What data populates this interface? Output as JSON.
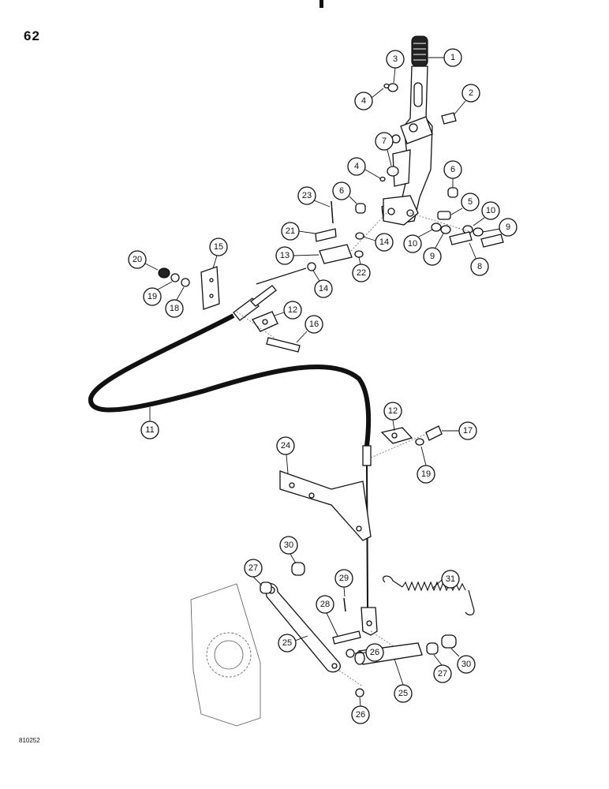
{
  "page_number": "62",
  "figure_id": "810252",
  "callouts": {
    "c1": "1",
    "c2": "2",
    "c3": "3",
    "c4a": "4",
    "c4b": "4",
    "c5": "5",
    "c6a": "6",
    "c6b": "6",
    "c7": "7",
    "c8": "8",
    "c9a": "9",
    "c9b": "9",
    "c10a": "10",
    "c10b": "10",
    "c11": "11",
    "c12a": "12",
    "c12b": "12",
    "c13": "13",
    "c14a": "14",
    "c14b": "14",
    "c15": "15",
    "c16": "16",
    "c17": "17",
    "c18": "18",
    "c19a": "19",
    "c19b": "19",
    "c20": "20",
    "c21": "21",
    "c22": "22",
    "c23": "23",
    "c24": "24",
    "c25a": "25",
    "c25b": "25",
    "c26a": "26",
    "c26b": "26",
    "c27a": "27",
    "c27b": "27",
    "c28": "28",
    "c29": "29",
    "c30a": "30",
    "c30b": "30",
    "c31": "31"
  }
}
